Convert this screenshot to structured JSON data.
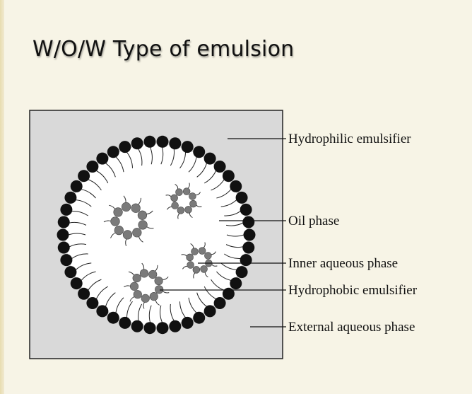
{
  "slide": {
    "title": "W/O/W Type of emulsion"
  },
  "diagram": {
    "labels": {
      "hydrophilic_emulsifier": "Hydrophilic emulsifier",
      "oil_phase": "Oil phase",
      "inner_aqueous_phase": "Inner aqueous phase",
      "hydrophobic_emulsifier": "Hydrophobic emulsifier",
      "external_aqueous_phase": "External aqueous phase"
    },
    "colors": {
      "external_phase": "#d9d9d9",
      "oil_phase": "#ffffff",
      "hydrophilic_head": "#111111",
      "hydrophobic_head": "#7a7a7a",
      "slide_background": "#f7f4e6"
    }
  }
}
